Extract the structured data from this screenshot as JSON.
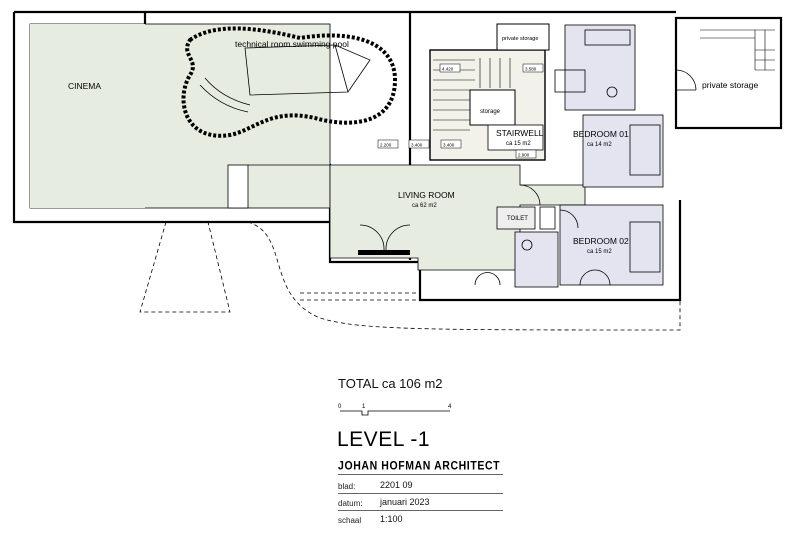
{
  "rooms": {
    "cinema": "CINEMA",
    "pool": "technical room swimming pool",
    "private_storage_top": "private storage",
    "private_storage_right": "private storage",
    "storage": "storage",
    "stairwell": "STAIRWELL",
    "stairwell_area": "ca 15 m2",
    "bedroom01": "BEDROOM 01",
    "bedroom01_area": "ca 14 m2",
    "living_room": "LIVING ROOM",
    "living_room_area": "ca 62 m2",
    "toilet": "TOILET",
    "bedroom02": "BEDROOM 02",
    "bedroom02_area": "ca 15 m2"
  },
  "levels": {
    "l1": "4.420",
    "l2": "3.580",
    "l3": "2.200",
    "l4": "3.400",
    "l5": "3.400",
    "l6": "2.900"
  },
  "scale_bar": {
    "t0": "0",
    "t1": "1",
    "t4": "4"
  },
  "title_block": {
    "total": "TOTAL ca 106 m2",
    "level": "LEVEL -1",
    "architect": "JOHAN HOFMAN ARCHITECT",
    "blad_label": "blad:",
    "blad_value": "2201 09",
    "datum_label": "datum:",
    "datum_value": "januari 2023",
    "schaal_label": "schaal",
    "schaal_value": "1:100"
  },
  "colors": {
    "green_fill": "#e6ede0",
    "bedroom_fill": "#e4e4f0",
    "wall": "#000000"
  }
}
